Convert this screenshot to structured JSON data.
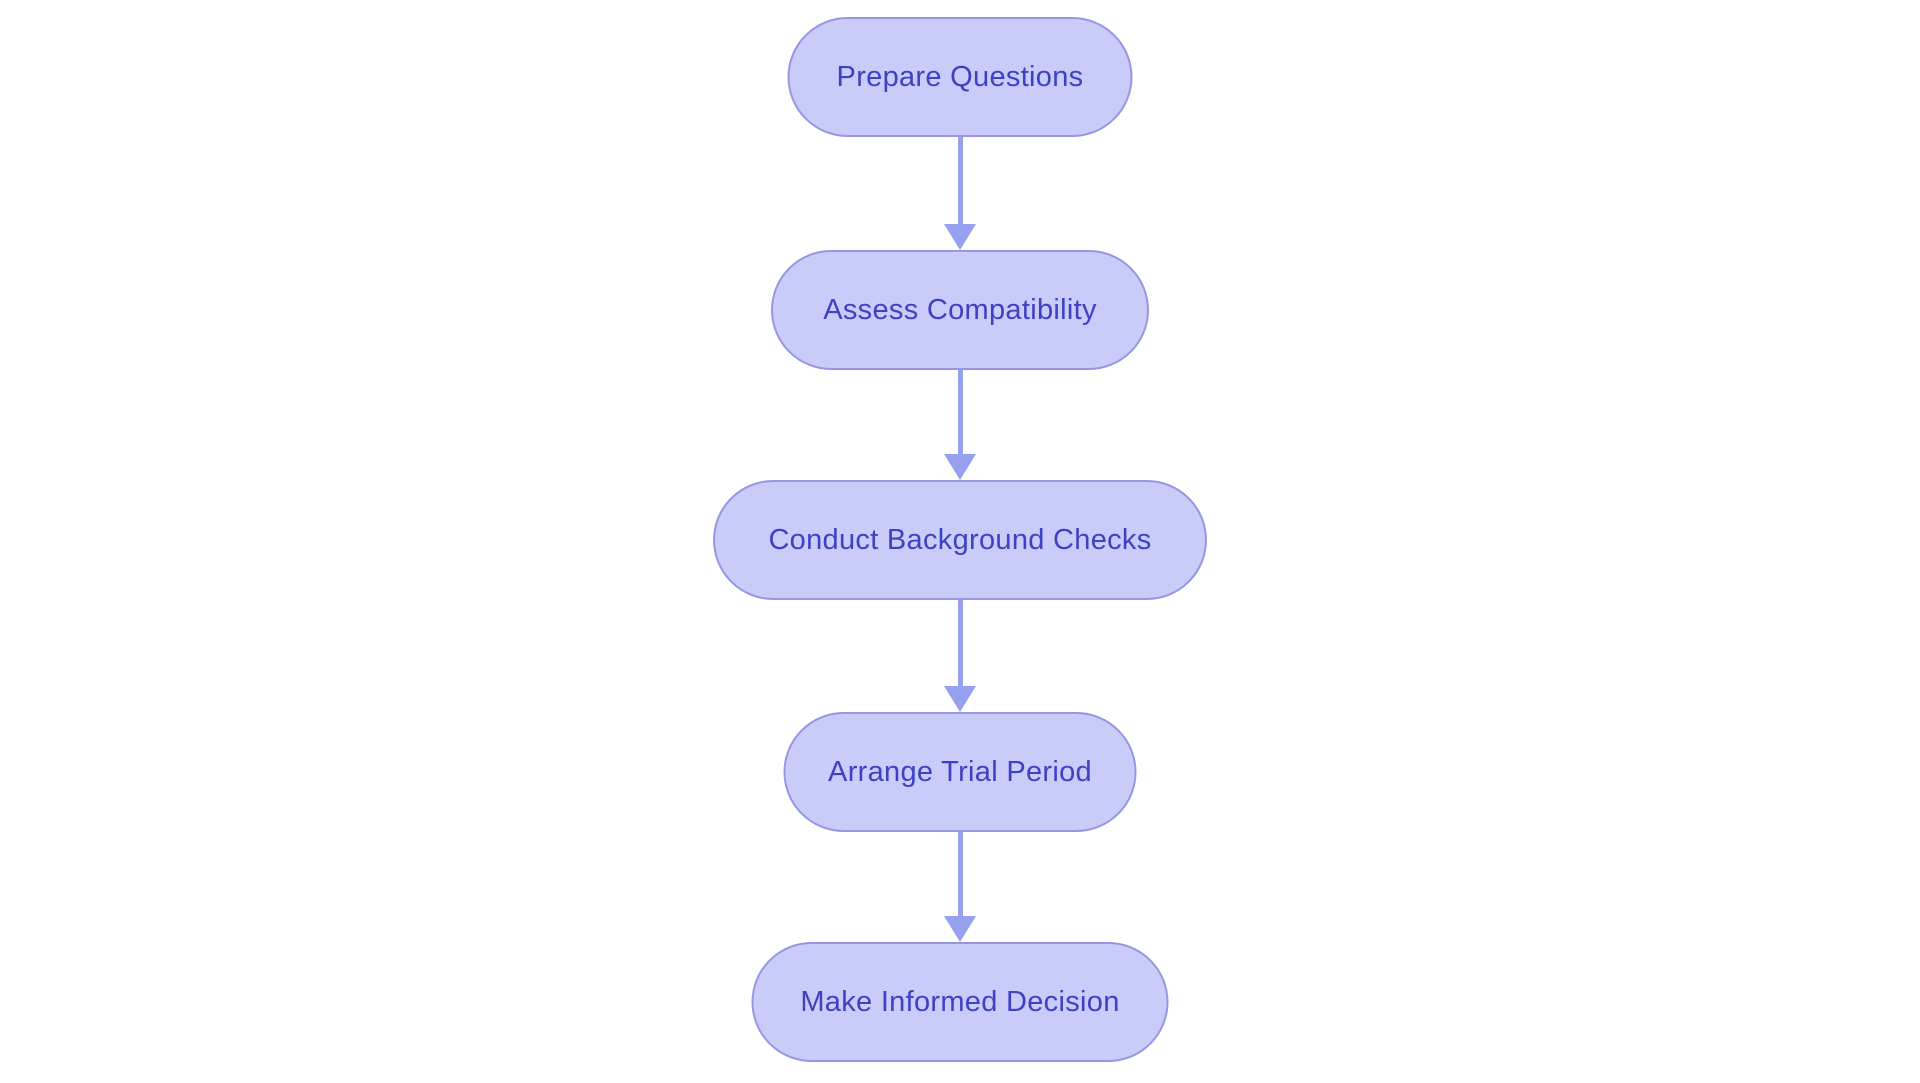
{
  "diagram": {
    "type": "flowchart",
    "direction": "top-down",
    "colors": {
      "background": "#ffffff",
      "node_fill": "#c9cbf8",
      "node_border": "#9896e3",
      "node_text": "#3d42c4",
      "arrow": "#98a0f0"
    },
    "nodes": [
      {
        "id": "step-1",
        "label": "Prepare Questions"
      },
      {
        "id": "step-2",
        "label": "Assess Compatibility"
      },
      {
        "id": "step-3",
        "label": "Conduct Background Checks"
      },
      {
        "id": "step-4",
        "label": "Arrange Trial Period"
      },
      {
        "id": "step-5",
        "label": "Make Informed Decision"
      }
    ],
    "edges": [
      {
        "from": "Prepare Questions",
        "to": "Assess Compatibility"
      },
      {
        "from": "Assess Compatibility",
        "to": "Conduct Background Checks"
      },
      {
        "from": "Conduct Background Checks",
        "to": "Arrange Trial Period"
      },
      {
        "from": "Arrange Trial Period",
        "to": "Make Informed Decision"
      }
    ]
  }
}
